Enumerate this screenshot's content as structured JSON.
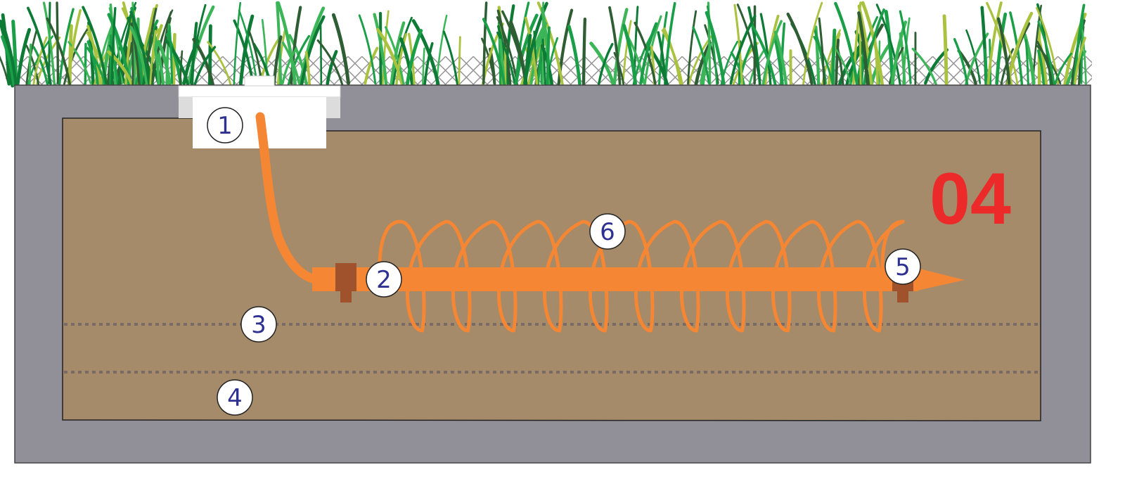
{
  "figure": {
    "number": "04",
    "number_color": "#ed2a2a"
  },
  "callouts": [
    "1",
    "2",
    "3",
    "4",
    "5",
    "6"
  ],
  "colors": {
    "concrete": "#918f98",
    "soil": "#a58b69",
    "electrode": "#f58634",
    "clamp": "#a0522d",
    "inspection_box": "#ffffff",
    "layer_line": "#7a6a66",
    "callout_text": "#2e3192",
    "grass": [
      "#1a9e48",
      "#0d7a35",
      "#a9c23f",
      "#2f5e34",
      "#3cb559"
    ]
  },
  "icons": {
    "inspection_box": "inspection-box-icon",
    "electrode_rod": "electrode-rod-icon",
    "coiled_wire": "coiled-wire-icon",
    "grass": "grass-icon"
  }
}
